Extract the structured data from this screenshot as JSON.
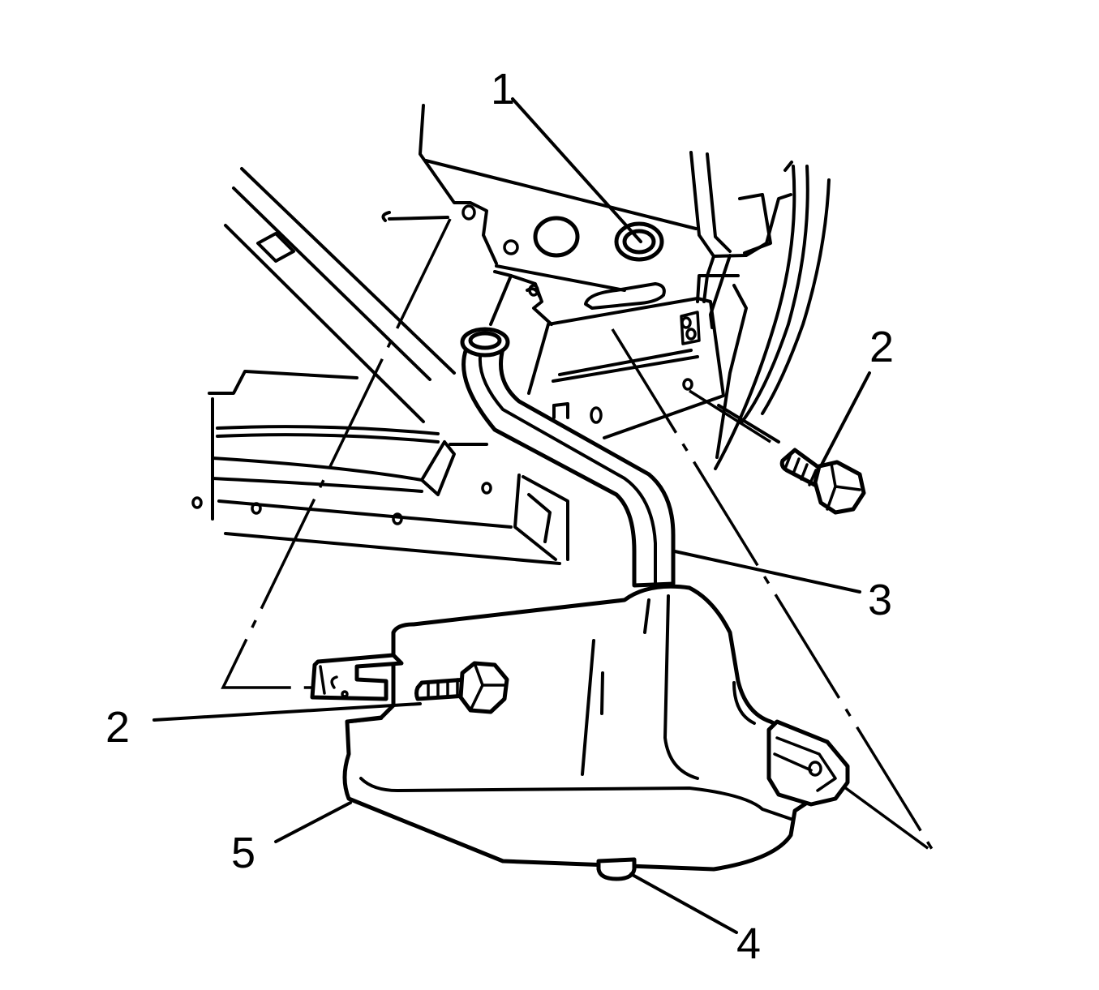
{
  "diagram": {
    "callouts": [
      {
        "id": "c1",
        "label": "1"
      },
      {
        "id": "c2a",
        "label": "2"
      },
      {
        "id": "c2b",
        "label": "2"
      },
      {
        "id": "c3",
        "label": "3"
      },
      {
        "id": "c4",
        "label": "4"
      },
      {
        "id": "c5",
        "label": "5"
      }
    ],
    "colors": {
      "ink": "#000000",
      "paper": "#ffffff"
    }
  }
}
